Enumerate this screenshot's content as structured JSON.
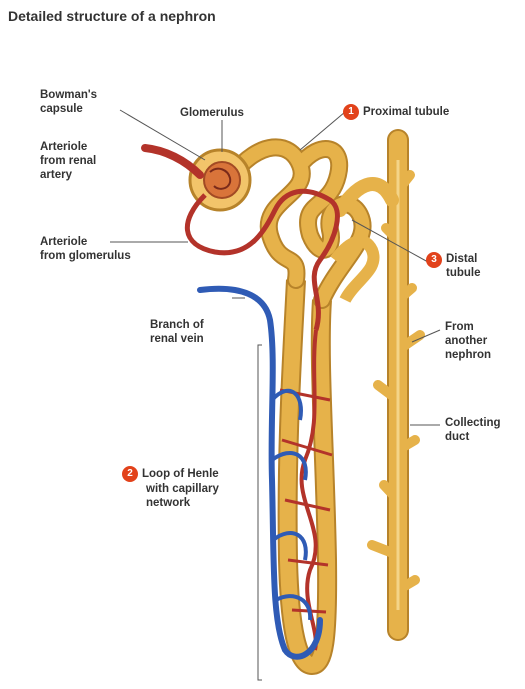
{
  "title": "Detailed structure of a nephron",
  "labels": {
    "bowmans_capsule": [
      "Bowman's",
      "capsule"
    ],
    "glomerulus": "Glomerulus",
    "proximal_tubule": {
      "number": "1",
      "text": "Proximal tubule"
    },
    "arteriole_renal": [
      "Arteriole",
      "from renal",
      "artery"
    ],
    "arteriole_glomerulus": [
      "Arteriole",
      "from glomerulus"
    ],
    "distal_tubule": {
      "number": "3",
      "lines": [
        "Distal",
        "tubule"
      ]
    },
    "branch_renal_vein": [
      "Branch of",
      "renal vein"
    ],
    "from_nephron": [
      "From",
      "another",
      "nephron"
    ],
    "collecting_duct": [
      "Collecting",
      "duct"
    ],
    "loop_of_henle": {
      "number": "2",
      "lines": [
        "Loop of Henle",
        "with capillary",
        "network"
      ]
    }
  },
  "colors": {
    "tubule": "#e6b24a",
    "tubule_dark": "#b7832a",
    "artery": "#b3332a",
    "vein": "#2f5bb5",
    "badge": "#e2421b",
    "text": "#333333"
  }
}
